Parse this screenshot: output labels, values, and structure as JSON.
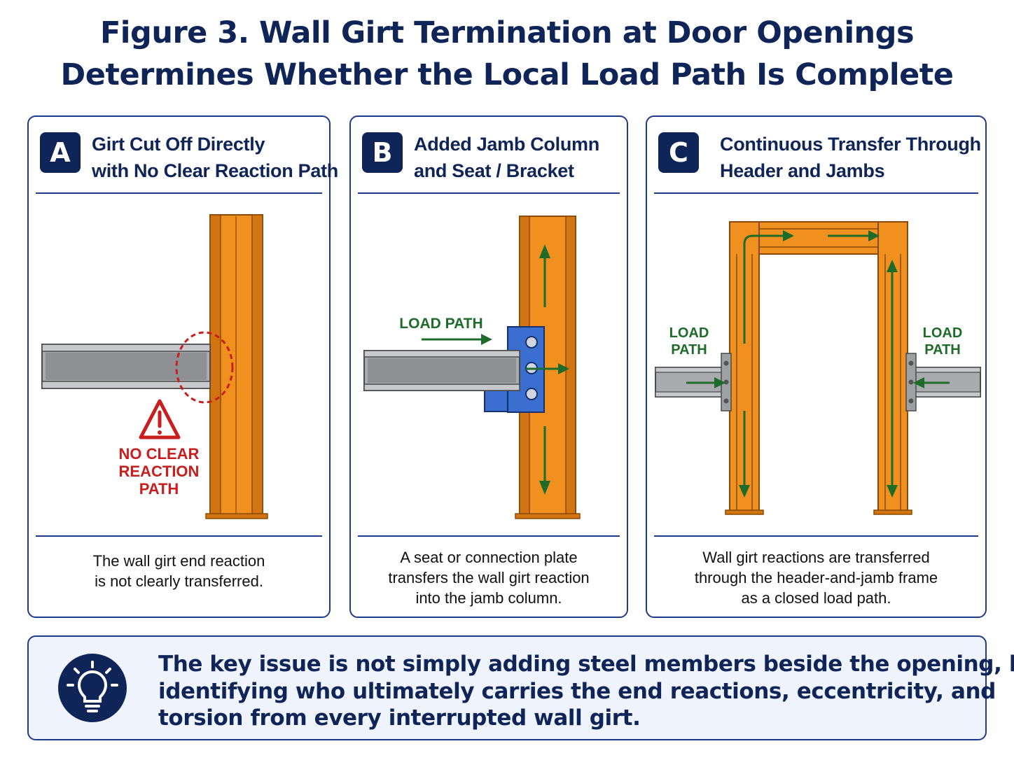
{
  "figure": {
    "title_line1": "Figure 3. Wall Girt Termination at Door Openings",
    "title_line2": "Determines Whether the Local Load Path Is Complete"
  },
  "panels": [
    {
      "badge": "A",
      "title_line1": "Girt Cut Off Directly",
      "title_line2": "with No Clear Reaction Path",
      "warning_lines": [
        "NO CLEAR",
        "REACTION",
        "PATH"
      ],
      "caption_lines": [
        "The wall girt end reaction",
        "is not clearly transferred."
      ]
    },
    {
      "badge": "B",
      "title_line1": "Added Jamb Column",
      "title_line2": "and Seat / Bracket",
      "arrow_label": "LOAD PATH",
      "caption_lines": [
        "A seat or connection plate",
        "transfers the wall girt reaction",
        "into the jamb column."
      ]
    },
    {
      "badge": "C",
      "title_line1": "Continuous Transfer Through",
      "title_line2": "Header and Jambs",
      "left_label_lines": [
        "LOAD",
        "PATH"
      ],
      "right_label_lines": [
        "LOAD",
        "PATH"
      ],
      "caption_lines": [
        "Wall girt reactions are transferred",
        "through the header-and-jamb frame",
        "as a closed load path."
      ]
    }
  ],
  "key_message": {
    "icon": "lightbulb-icon",
    "lines": [
      "The key issue is not simply adding steel members beside the opening, but",
      "identifying who ultimately carries the end reactions, eccentricity, and",
      "torsion from every interrupted wall girt."
    ]
  },
  "colors": {
    "navy": "#0f2457",
    "steel_orange": "#f0901e",
    "girt_gray": "#a9abae",
    "bracket_blue": "#3a6fd0",
    "arrow_green": "#1e6b2a",
    "warning_red": "#c81e1e"
  }
}
